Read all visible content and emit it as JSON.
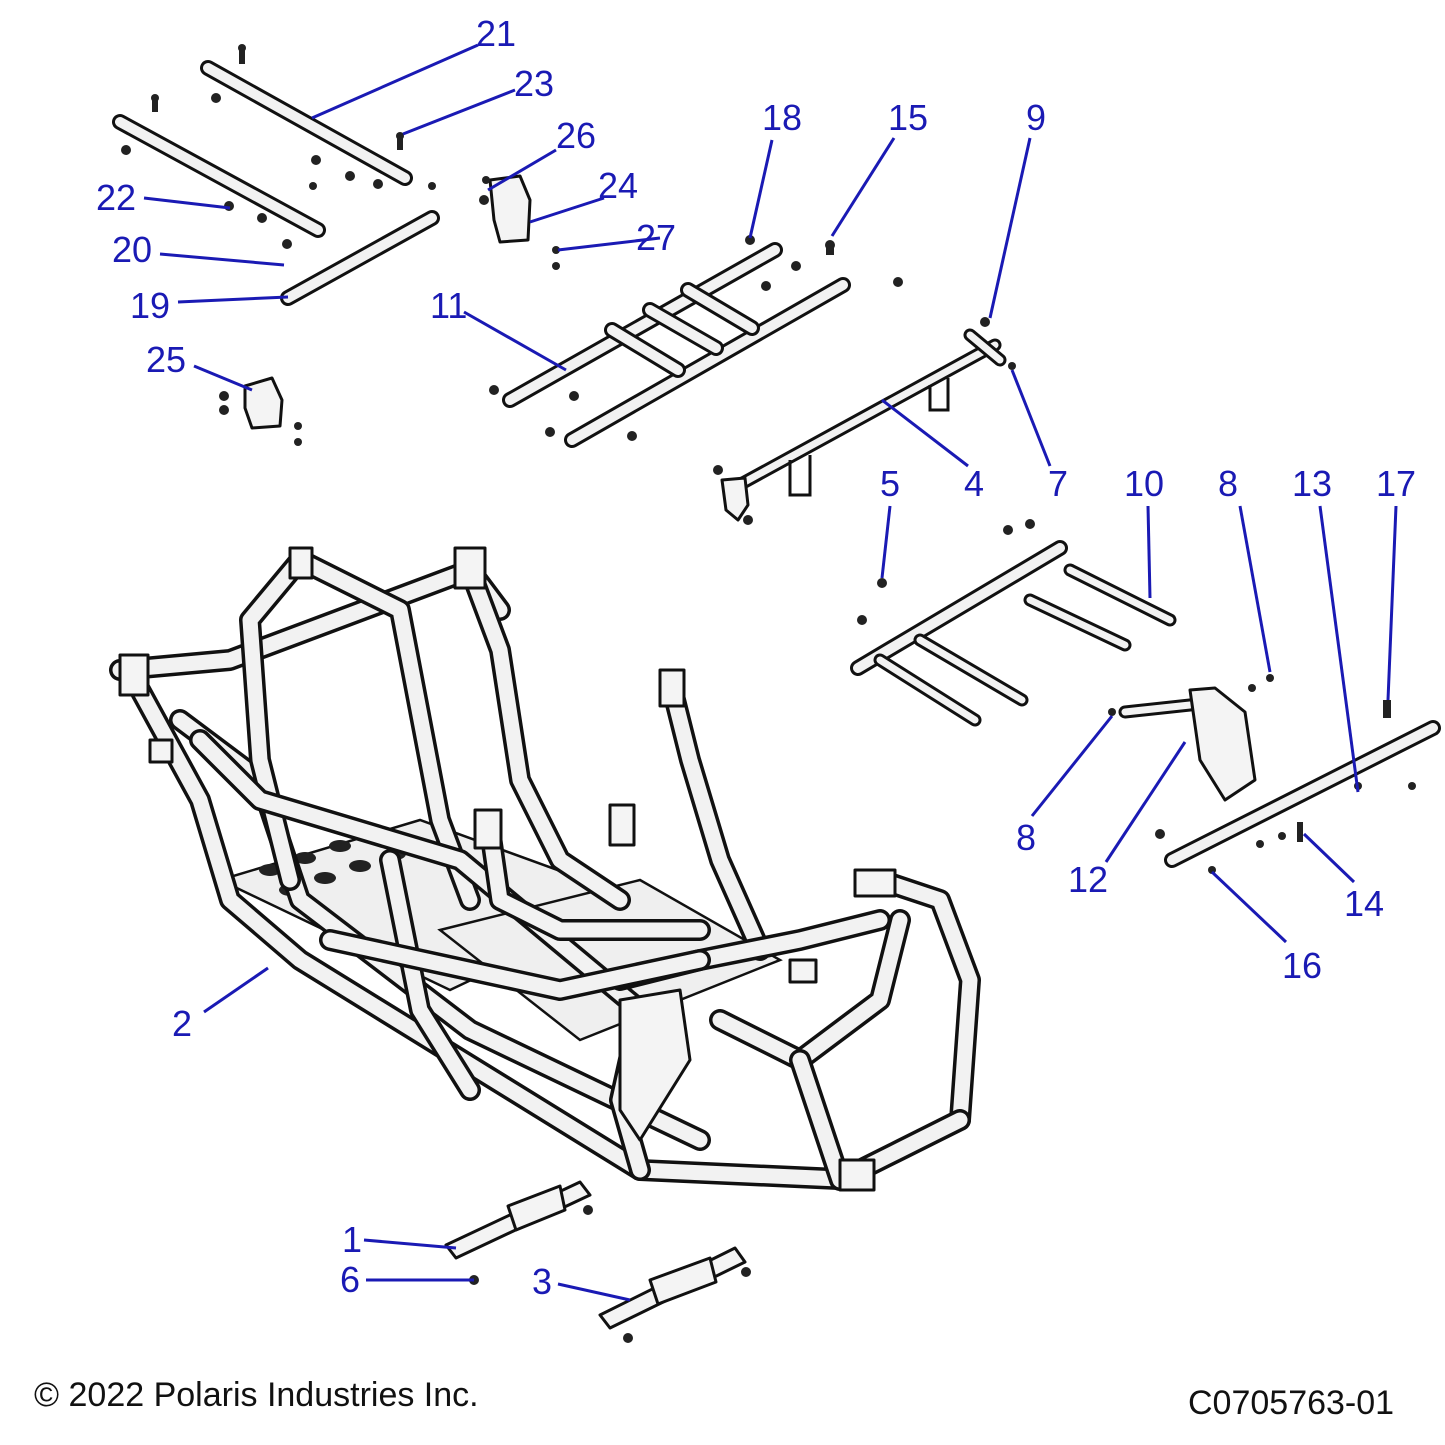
{
  "callouts": [
    {
      "id": "1",
      "label": "1"
    },
    {
      "id": "2",
      "label": "2"
    },
    {
      "id": "3",
      "label": "3"
    },
    {
      "id": "4",
      "label": "4"
    },
    {
      "id": "5",
      "label": "5"
    },
    {
      "id": "6",
      "label": "6"
    },
    {
      "id": "7",
      "label": "7"
    },
    {
      "id": "8a",
      "label": "8"
    },
    {
      "id": "8b",
      "label": "8"
    },
    {
      "id": "9",
      "label": "9"
    },
    {
      "id": "10",
      "label": "10"
    },
    {
      "id": "11",
      "label": "11"
    },
    {
      "id": "12",
      "label": "12"
    },
    {
      "id": "13",
      "label": "13"
    },
    {
      "id": "14",
      "label": "14"
    },
    {
      "id": "15",
      "label": "15"
    },
    {
      "id": "16",
      "label": "16"
    },
    {
      "id": "17",
      "label": "17"
    },
    {
      "id": "18",
      "label": "18"
    },
    {
      "id": "19",
      "label": "19"
    },
    {
      "id": "20",
      "label": "20"
    },
    {
      "id": "21",
      "label": "21"
    },
    {
      "id": "22",
      "label": "22"
    },
    {
      "id": "23",
      "label": "23"
    },
    {
      "id": "24",
      "label": "24"
    },
    {
      "id": "25",
      "label": "25"
    },
    {
      "id": "26",
      "label": "26"
    },
    {
      "id": "27",
      "label": "27"
    }
  ],
  "footer": {
    "copyright": "© 2022 Polaris Industries Inc.",
    "drawing_number": "C0705763-01"
  },
  "colors": {
    "callout": "#1a1ab4",
    "line_art": "#111111",
    "background": "#ffffff"
  }
}
